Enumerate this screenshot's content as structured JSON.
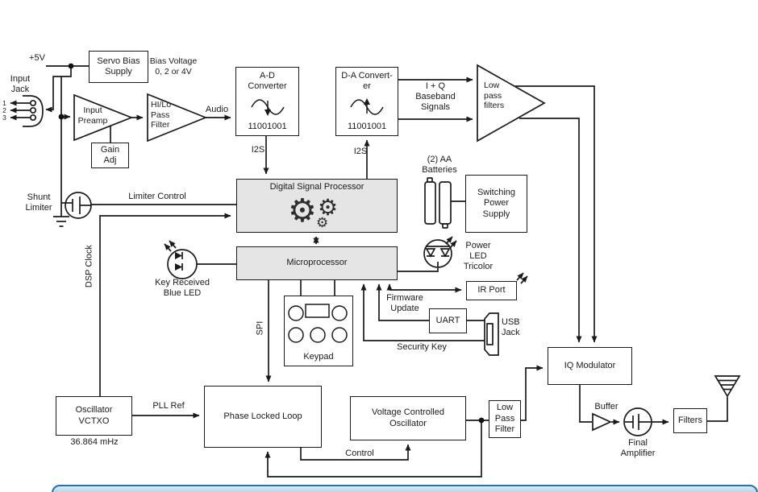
{
  "colors": {
    "line": "#1a1a1a",
    "chip_fill": "#e5e5e5",
    "box_fill": "#ffffff",
    "accent_bar_border": "#2173ad",
    "accent_bar_fill": "#dcebf5"
  },
  "nodes": {
    "plus5v": "+5V",
    "input_jack": "Input\nJack",
    "pin1": "1",
    "pin2": "2",
    "pin3": "3",
    "servo_bias": "Servo Bias\nSupply",
    "bias_voltage": "Bias Voltage\n0, 2 or 4V",
    "input_preamp": "Input\nPreamp",
    "gain_adj": "Gain\nAdj",
    "hilo_filter": "HI/Lo\nPass\nFilter",
    "audio": "Audio",
    "ad_converter": "A-D\nConverter",
    "ad_bits": "11001001",
    "da_converter": "D-A Convert-\ner",
    "da_bits": "11001001",
    "i2s_left": "I2S",
    "i2s_right": "I2S",
    "iq_baseband": "I + Q\nBaseband\nSignals",
    "low_pass_filters": "Low\npass\nfilters",
    "batteries": "(2) AA\nBatteries",
    "switching_supply": "Switching\nPower\nSupply",
    "dsp": "Digital Signal Processor",
    "shunt_limiter": "Shunt\nLimiter",
    "limiter_control": "Limiter Control",
    "dsp_clock": "DSP Clock",
    "microprocessor": "Microprocessor",
    "key_received_led": "Key Received\nBlue LED",
    "power_led": "Power\nLED\nTricolor",
    "ir_port": "IR Port",
    "spi": "SPI",
    "keypad": "Keypad",
    "firmware_update": "Firmware\nUpdate",
    "uart": "UART",
    "usb_jack": "USB\nJack",
    "security_key": "Security Key",
    "oscillator": "Oscillator\nVCTXO",
    "oscillator_freq": "36.864 mHz",
    "pll_ref": "PLL Ref",
    "pll": "Phase Locked Loop",
    "vco": "Voltage Controlled\nOscillator",
    "control": "Control",
    "low_pass_filter": "Low\nPass\nFilter",
    "iq_modulator": "IQ Modulator",
    "buffer": "Buffer",
    "final_amplifier": "Final\nAmplifier",
    "filters": "Filters",
    "gear_glyph": "⚙"
  }
}
